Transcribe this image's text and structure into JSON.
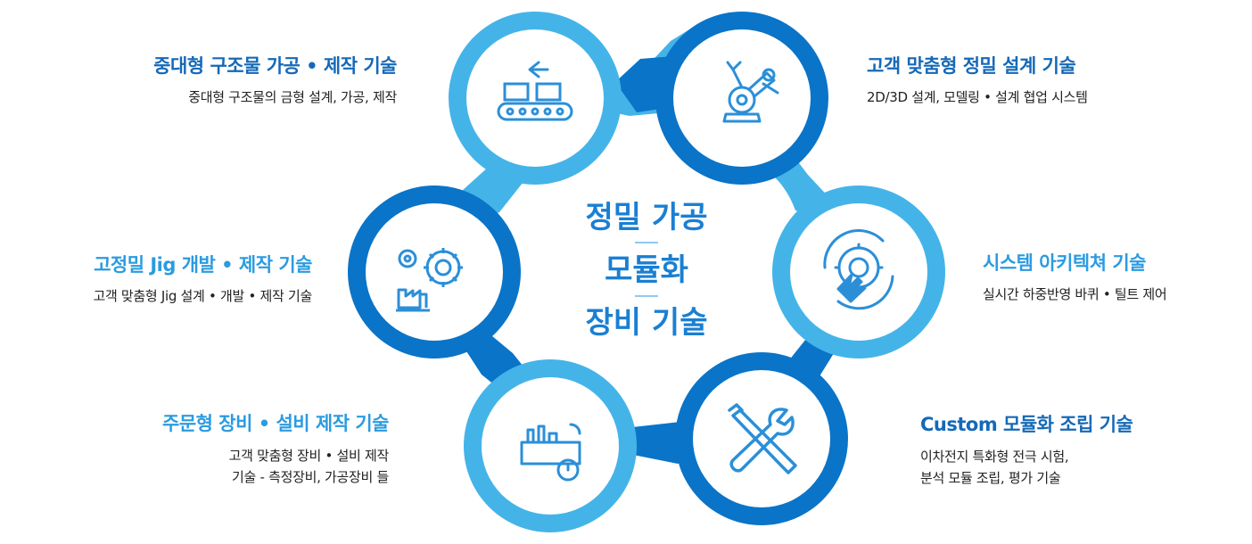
{
  "center": {
    "line1": "정밀 가공",
    "line2": "모듈화",
    "line3": "장비 기술"
  },
  "colors": {
    "blue_dark": "#0a74c8",
    "blue_light": "#44b4e8",
    "title_light": "#2b9be0",
    "title_dark": "#1569b8"
  },
  "items": [
    {
      "title": "중대형 구조물 가공 • 제작 기술",
      "desc": [
        "중대형 구조물의 금형 설계, 가공, 제작"
      ],
      "icon": "conveyor-icon"
    },
    {
      "title": "고객 맞춤형 정밀 설계 기술",
      "desc": [
        "2D/3D 설계, 모델링 • 설계 협업 시스템"
      ],
      "icon": "robot-arm-icon"
    },
    {
      "title": "고정밀 Jig 개발 • 제작 기술",
      "desc": [
        "고객 맞춤형 Jig 설계 •  개발 •  제작 기술"
      ],
      "icon": "gears-factory-icon"
    },
    {
      "title": "시스템 아키텍쳐 기술",
      "desc": [
        "실시간 하중반영 바퀴 • 틸트 제어"
      ],
      "icon": "gear-cursor-icon"
    },
    {
      "title": "주문형 장비 • 설비 제작 기술",
      "desc": [
        "고객 맞춤형 장비 • 설비 제작",
        "기술 - 측정장비, 가공장비 들"
      ],
      "icon": "factory-power-icon"
    },
    {
      "title": "Custom 모듈화 조립 기술",
      "desc": [
        "이차전지 특화형 전극 시험,",
        "분석 모듈 조립, 평가 기술"
      ],
      "icon": "tools-icon"
    }
  ]
}
